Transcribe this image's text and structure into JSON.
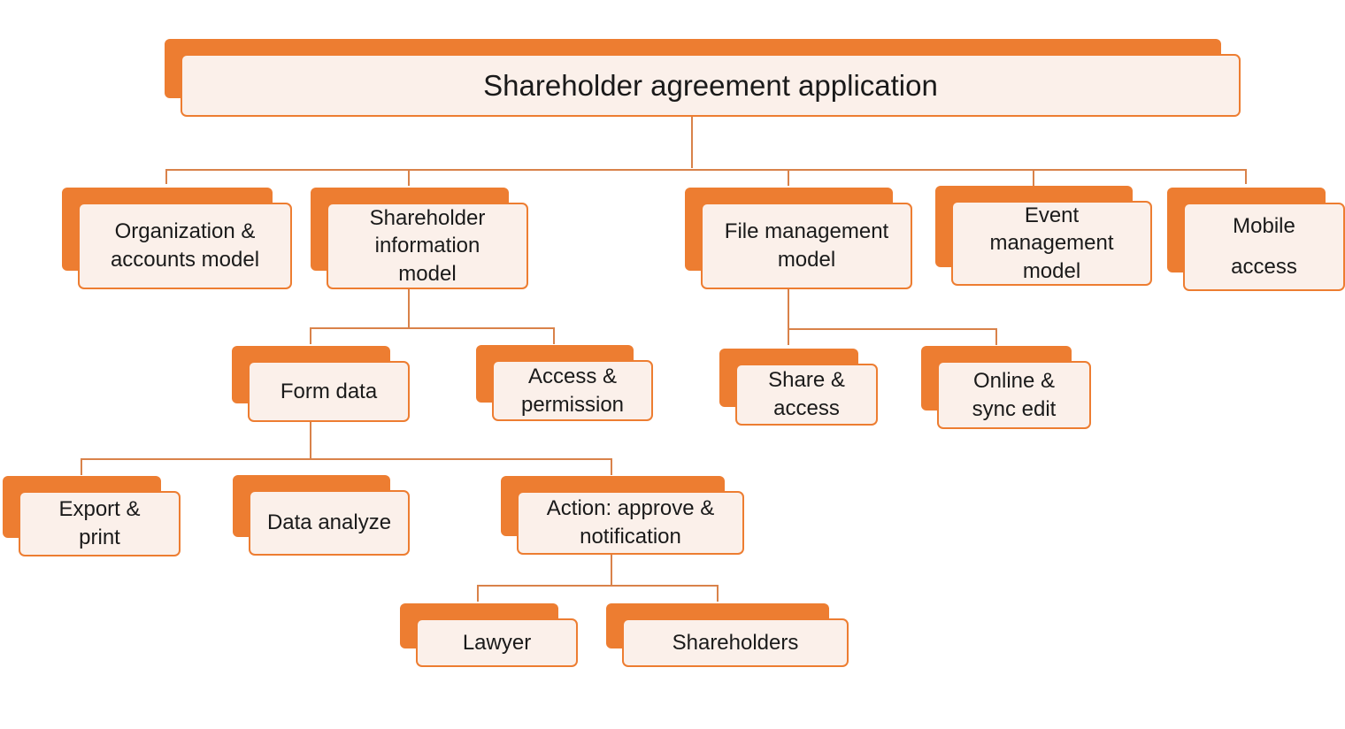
{
  "colors": {
    "accent": "#ED7D31",
    "fill": "#FBF0EA",
    "text": "#1a1a1a"
  },
  "nodes": {
    "root": "Shareholder agreement application",
    "org": "Organization &\naccounts model",
    "shinfo": "Shareholder\ninformation\nmodel",
    "file": "File management\nmodel",
    "event": "Event\nmanagement\nmodel",
    "mobile": "Mobile\naccess",
    "form": "Form data",
    "accessperm": "Access &\npermission",
    "share": "Share &\naccess",
    "online": "Online &\nsync edit",
    "export": "Export &\nprint",
    "analyze": "Data analyze",
    "action": "Action: approve &\nnotification",
    "lawyer": "Lawyer",
    "shareholders": "Shareholders"
  }
}
